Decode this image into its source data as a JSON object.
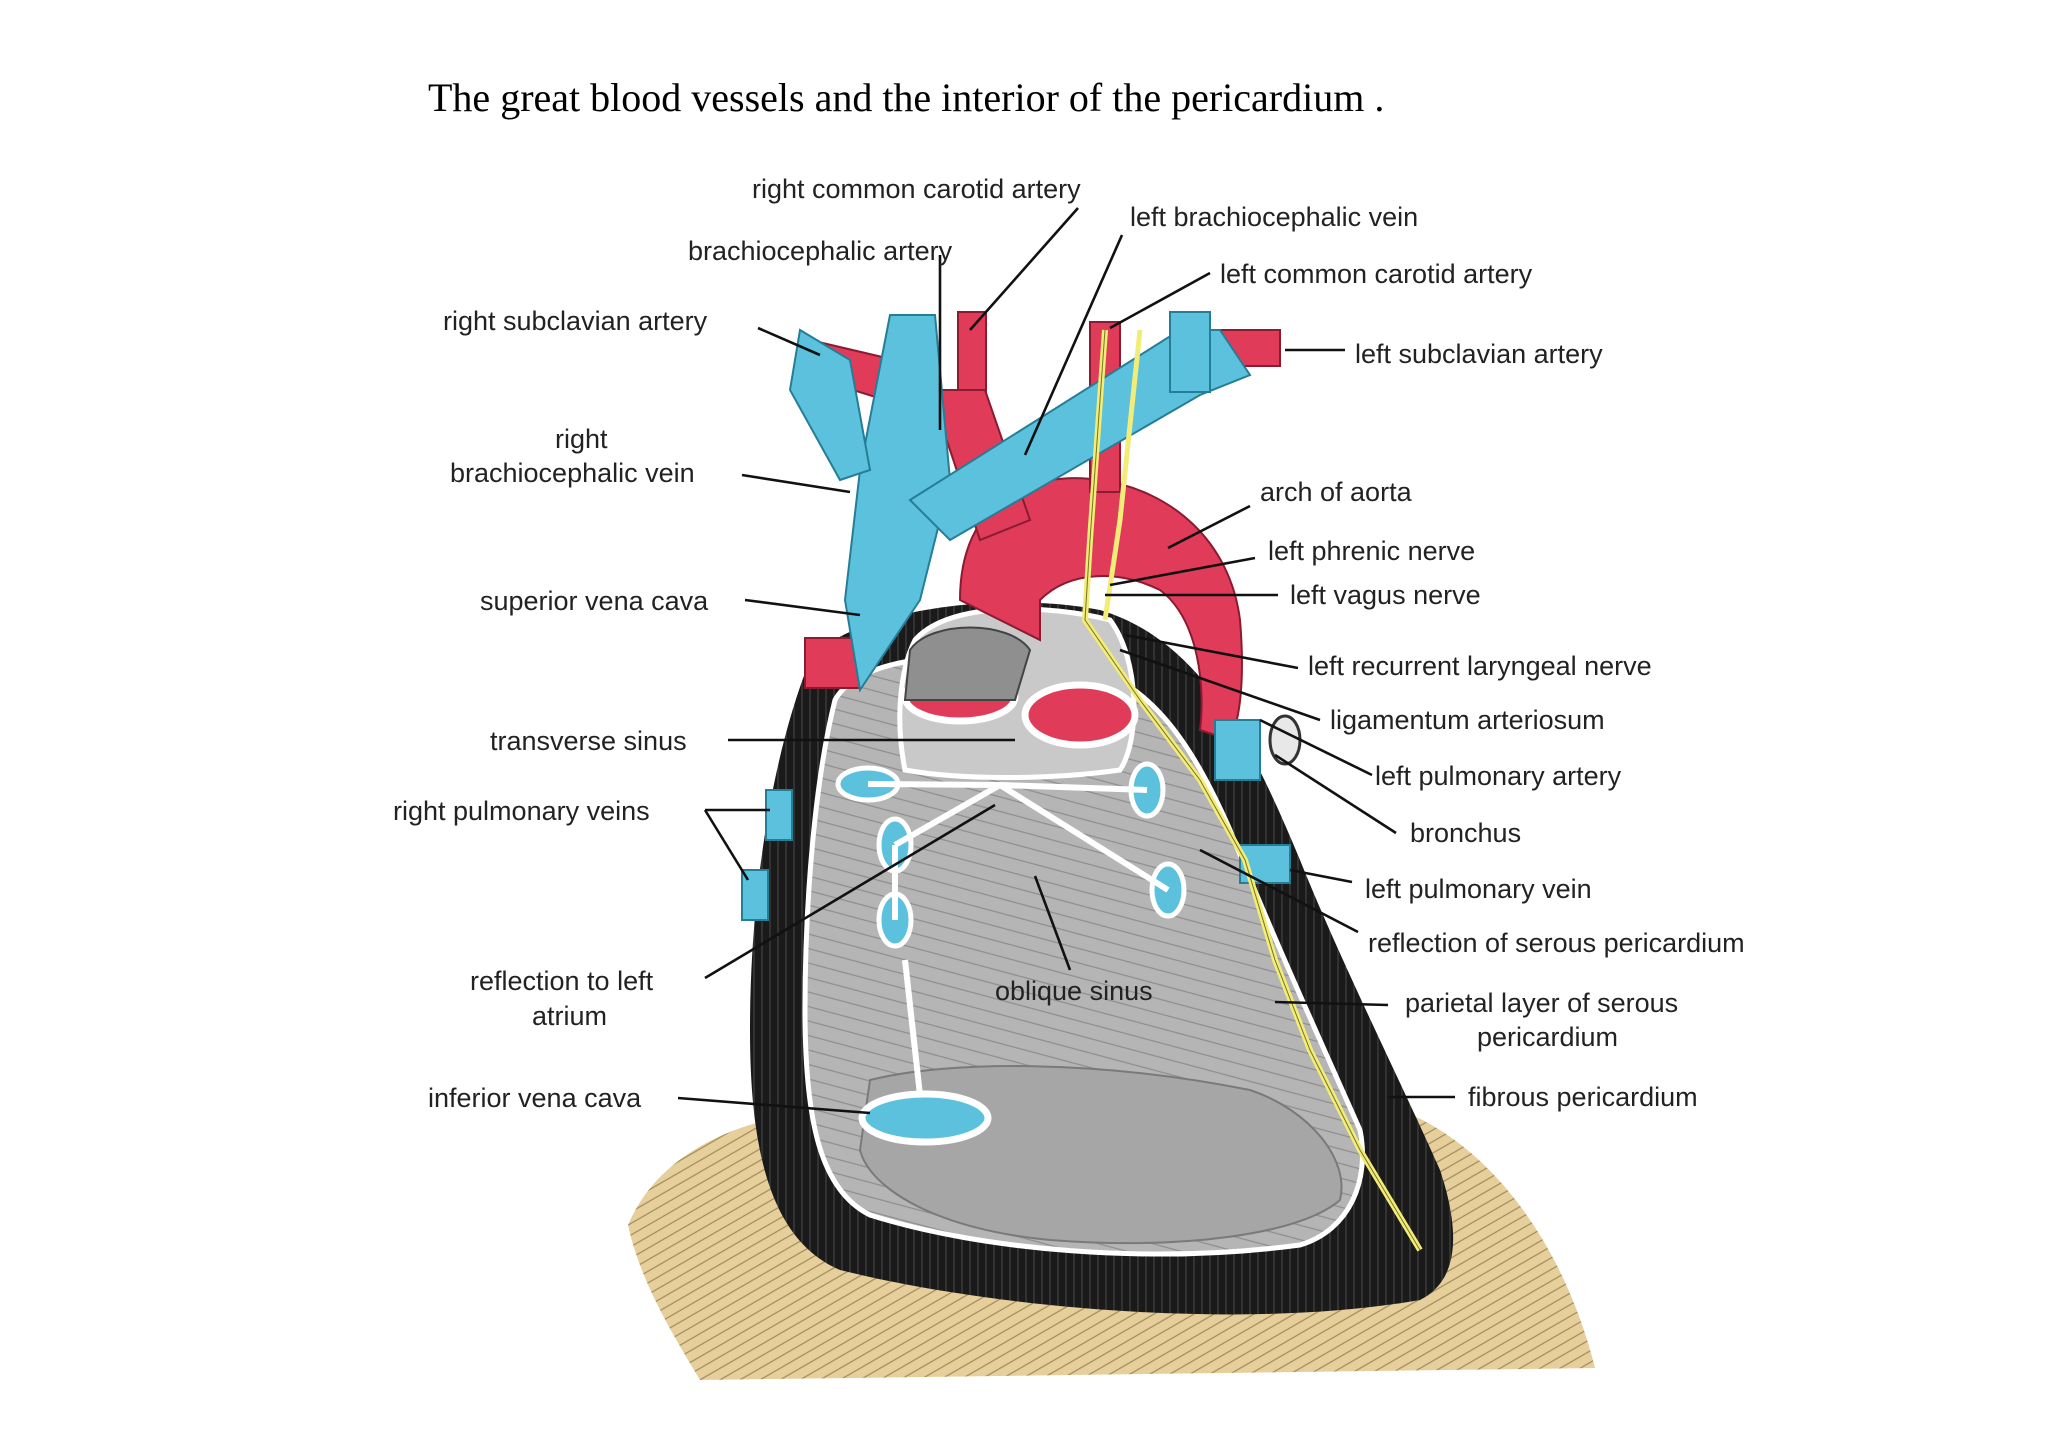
{
  "title": "The great blood vessels and the interior of the pericardium .",
  "colors": {
    "artery": "#e03c5a",
    "vein": "#5cc1dc",
    "nerve": "#f2ec78",
    "interior": "#b5b5b5",
    "pericardium": "#1a1a1a",
    "diaphragm": "#e6cf9a"
  },
  "labels": {
    "right_common_carotid_artery": "right common carotid artery",
    "brachiocephalic_artery": "brachiocephalic artery",
    "left_brachiocephalic_vein": "left brachiocephalic vein",
    "left_common_carotid_artery": "left common carotid artery",
    "right_subclavian_artery": "right subclavian artery",
    "left_subclavian_artery": "left subclavian artery",
    "right_brachiocephalic_vein_1": "right",
    "right_brachiocephalic_vein_2": "brachiocephalic vein",
    "arch_of_aorta": "arch of aorta",
    "left_phrenic_nerve": "left phrenic nerve",
    "left_vagus_nerve": "left vagus nerve",
    "superior_vena_cava": "superior vena cava",
    "left_recurrent_laryngeal_nerve": "left recurrent laryngeal nerve",
    "ligamentum_arteriosum": "ligamentum arteriosum",
    "transverse_sinus": "transverse sinus",
    "left_pulmonary_artery": "left pulmonary artery",
    "right_pulmonary_veins": "right pulmonary veins",
    "bronchus": "bronchus",
    "left_pulmonary_vein": "left pulmonary vein",
    "reflection_of_serous_pericardium": "reflection of serous pericardium",
    "reflection_to_left_atrium_1": "reflection to left",
    "reflection_to_left_atrium_2": "atrium",
    "oblique_sinus": "oblique sinus",
    "parietal_layer_1": "parietal layer of serous",
    "parietal_layer_2": "pericardium",
    "inferior_vena_cava": "inferior vena cava",
    "fibrous_pericardium": "fibrous pericardium"
  }
}
